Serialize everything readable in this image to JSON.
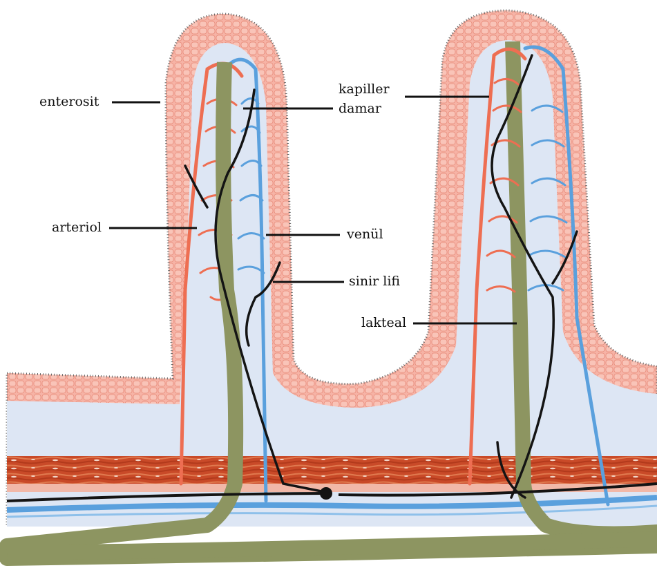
{
  "labels": {
    "enterosit": "enterosit",
    "kapiller_line1": "kapiller",
    "kapiller_line2": "damar",
    "arteriol": "arteriol",
    "venul": "venül",
    "sinir_lifi": "sinir lifi",
    "lakteal": "lakteal"
  },
  "colors": {
    "epithelium": "#f3a89a",
    "epithelium_edge": "#e2806f",
    "lamina": "#dce5f4",
    "artery": "#ee6e52",
    "vein": "#5aa0dd",
    "lacteal": "#8d9561",
    "nerve": "#141414",
    "muscle": "#d0542f"
  }
}
